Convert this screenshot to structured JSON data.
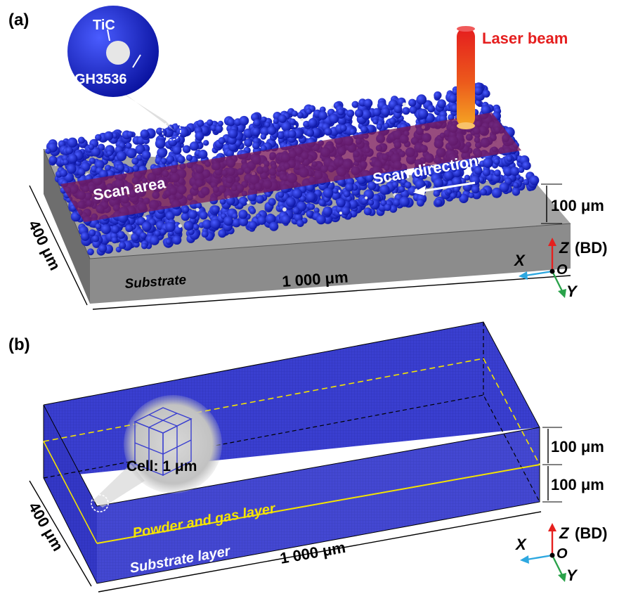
{
  "panel_a": {
    "label": "(a)",
    "inset_labels": {
      "tic": "TiC",
      "gh": "GH3536"
    },
    "laser_label": "Laser beam",
    "scan_area_label": "Scan area",
    "scan_direction_label": "Scan direction",
    "substrate_label": "Substrate",
    "height_dim": "100 μm",
    "width_dim": "400 μm",
    "length_dim": "1 000 μm",
    "axes": {
      "z": "Z",
      "bd": "(BD)",
      "x": "X",
      "o": "O",
      "y": "Y"
    }
  },
  "panel_b": {
    "label": "(b)",
    "cell_label": "Cell: 1 μm",
    "powder_label": "Powder and gas layer",
    "substrate_label": "Substrate layer",
    "height_top_dim": "100 μm",
    "height_bottom_dim": "100 μm",
    "width_dim": "400 μm",
    "length_dim": "1 000 μm",
    "axes": {
      "z": "Z",
      "bd": "(BD)",
      "x": "X",
      "o": "O",
      "y": "Y"
    }
  },
  "colors": {
    "powder_blue": "#0d1fd6",
    "tic_white": "#e6e6e6",
    "scan_area": "#7a1a5a",
    "laser_red": "#e51e1e",
    "laser_orange": "#f08a1c",
    "substrate_gray": "#8a8a8a",
    "mesh_blue": "#3a3fd0",
    "powder_label_yellow": "#f5e400",
    "axis_z_red": "#e5201e",
    "axis_x_cyan": "#2ea8e0",
    "axis_y_green": "#2aa24a"
  }
}
